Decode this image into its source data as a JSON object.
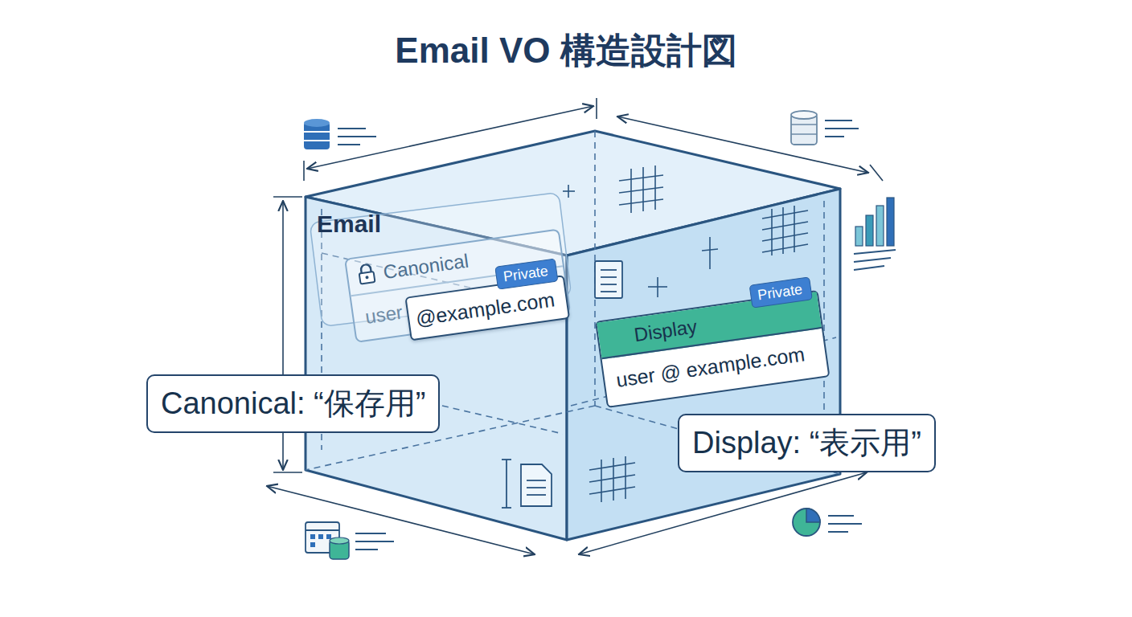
{
  "diagram": {
    "title": "Email VO 構造設計図",
    "nodes": [
      {
        "text": [
          "Email"
        ]
      },
      {
        "text": [
          "Canonical",
          "user"
        ],
        "in": 0
      },
      {
        "text": [
          "@example.com"
        ],
        "in": 1
      },
      {
        "text": [
          "Private"
        ],
        "in": 2
      },
      {
        "text": [
          "Display",
          "user @ example.com"
        ]
      },
      {
        "text": [
          "Private"
        ],
        "in": 4
      },
      {
        "text": [
          "Canonical: “保存用”"
        ]
      },
      {
        "text": [
          "Display: “表示用”"
        ]
      }
    ]
  }
}
